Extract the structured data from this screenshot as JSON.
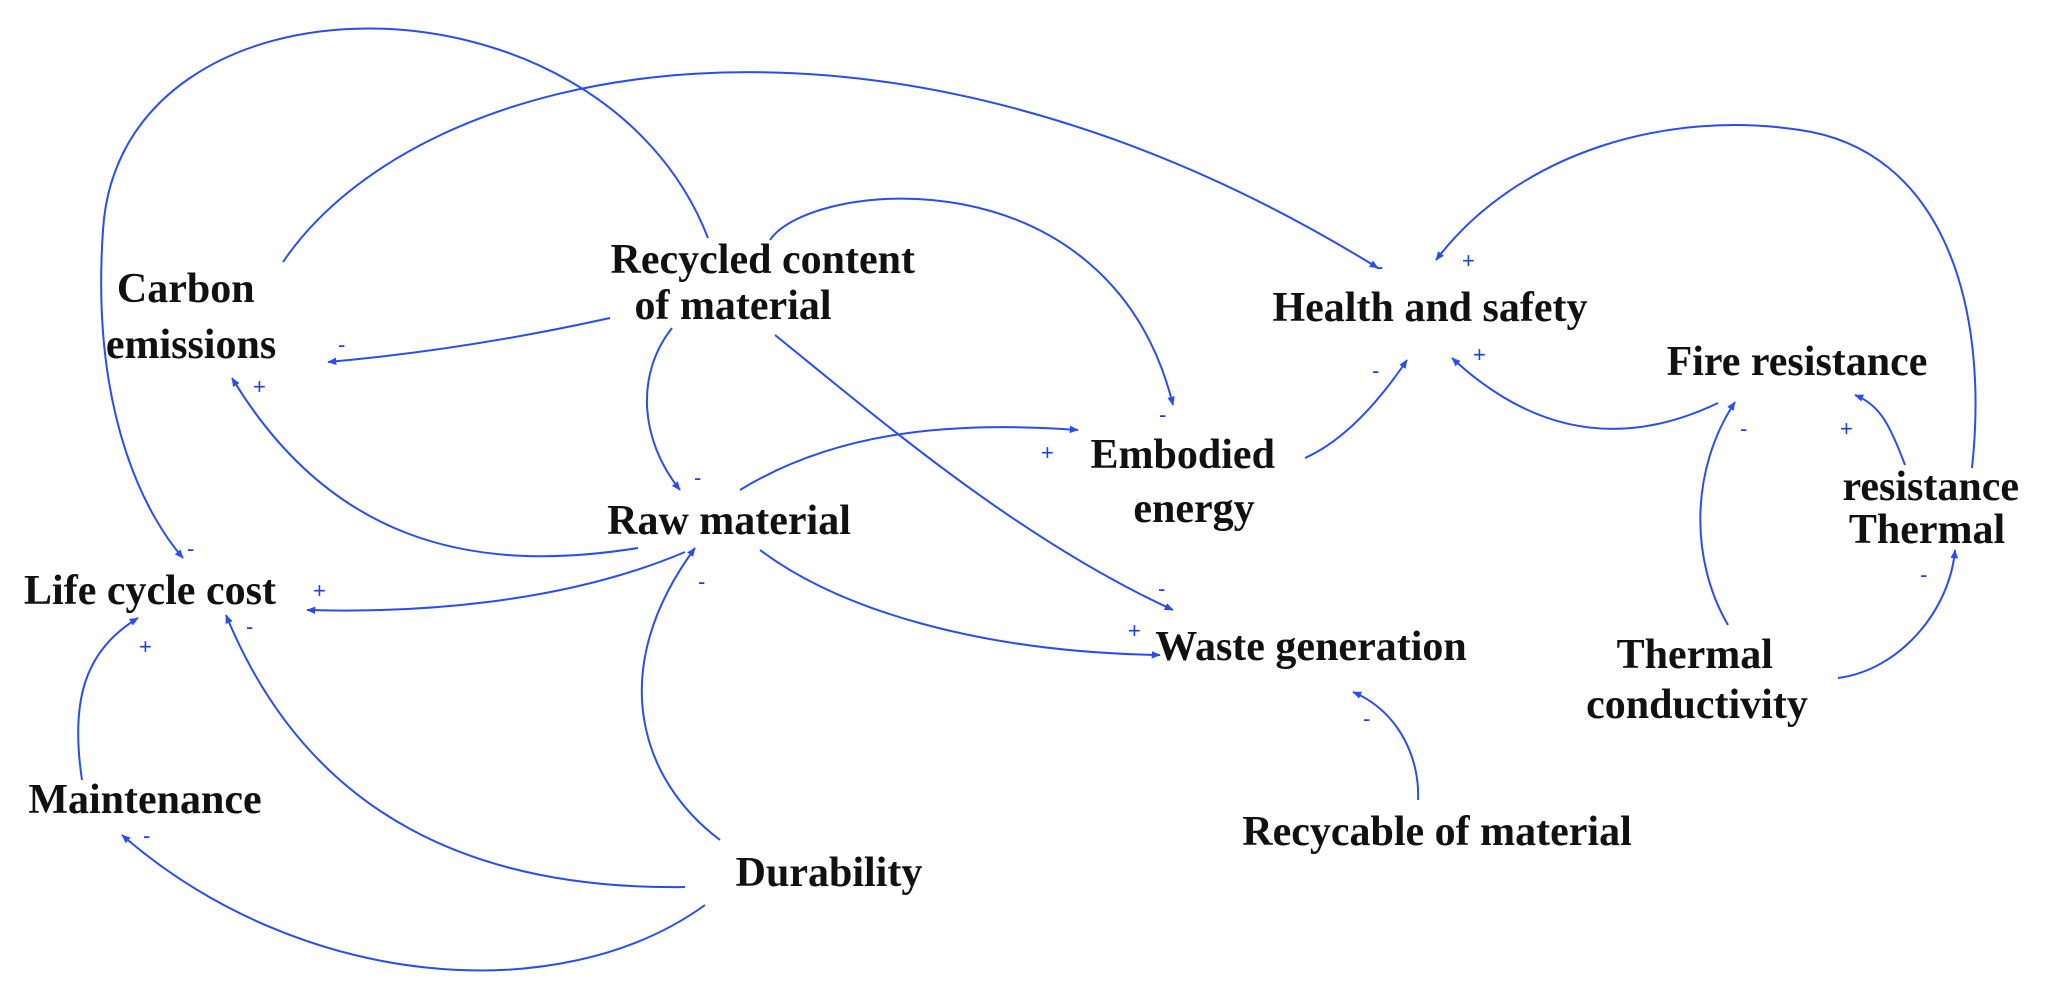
{
  "colors": {
    "edge": "#2a4df0",
    "polarity": "#1a3ff2",
    "text": "#111111",
    "background": "#ffffff"
  },
  "nodes": {
    "carbon": [
      "Carbon",
      "emissions"
    ],
    "recycled_content": [
      "Recycled content",
      "of material"
    ],
    "health": [
      "Health and safety"
    ],
    "fire": [
      "Fire resistance"
    ],
    "embodied": [
      "Embodied",
      "energy"
    ],
    "raw": [
      "Raw material"
    ],
    "thermal_res": [
      "resistance",
      "Thermal"
    ],
    "lcc": [
      "Life cycle cost"
    ],
    "waste": [
      "Waste generation"
    ],
    "thermal_cond": [
      "Thermal",
      "conductivity"
    ],
    "maintenance": [
      "Maintenance"
    ],
    "recyclable": [
      "Recycable of material"
    ],
    "durability": [
      "Durability"
    ]
  },
  "edges": [
    {
      "from": "Recycled content of material",
      "to": "Carbon emissions",
      "polarity": "-"
    },
    {
      "from": "Recycled content of material",
      "to": "Life cycle cost",
      "polarity": "-"
    },
    {
      "from": "Recycled content of material",
      "to": "Embodied energy",
      "polarity": "-"
    },
    {
      "from": "Recycled content of material",
      "to": "Raw material",
      "polarity": "-"
    },
    {
      "from": "Recycled content of material",
      "to": "Waste generation",
      "polarity": "-"
    },
    {
      "from": "Carbon emissions",
      "to": "Health and safety",
      "polarity": "-"
    },
    {
      "from": "Raw material",
      "to": "Carbon emissions",
      "polarity": "+"
    },
    {
      "from": "Raw material",
      "to": "Embodied energy",
      "polarity": "+"
    },
    {
      "from": "Raw material",
      "to": "Life cycle cost",
      "polarity": "+"
    },
    {
      "from": "Raw material",
      "to": "Waste generation",
      "polarity": "+"
    },
    {
      "from": "Embodied energy",
      "to": "Health and safety",
      "polarity": "-"
    },
    {
      "from": "Fire resistance",
      "to": "Health and safety",
      "polarity": "+"
    },
    {
      "from": "Thermal resistance",
      "to": "Health and safety",
      "polarity": "+"
    },
    {
      "from": "Thermal resistance",
      "to": "Fire resistance",
      "polarity": "+"
    },
    {
      "from": "Thermal conductivity",
      "to": "Fire resistance",
      "polarity": "-"
    },
    {
      "from": "Thermal conductivity",
      "to": "Thermal resistance",
      "polarity": "-"
    },
    {
      "from": "Recycable of material",
      "to": "Waste generation",
      "polarity": "-"
    },
    {
      "from": "Durability",
      "to": "Raw material",
      "polarity": "-"
    },
    {
      "from": "Durability",
      "to": "Life cycle cost",
      "polarity": "-"
    },
    {
      "from": "Durability",
      "to": "Maintenance",
      "polarity": "-"
    },
    {
      "from": "Maintenance",
      "to": "Life cycle cost",
      "polarity": "+"
    }
  ]
}
